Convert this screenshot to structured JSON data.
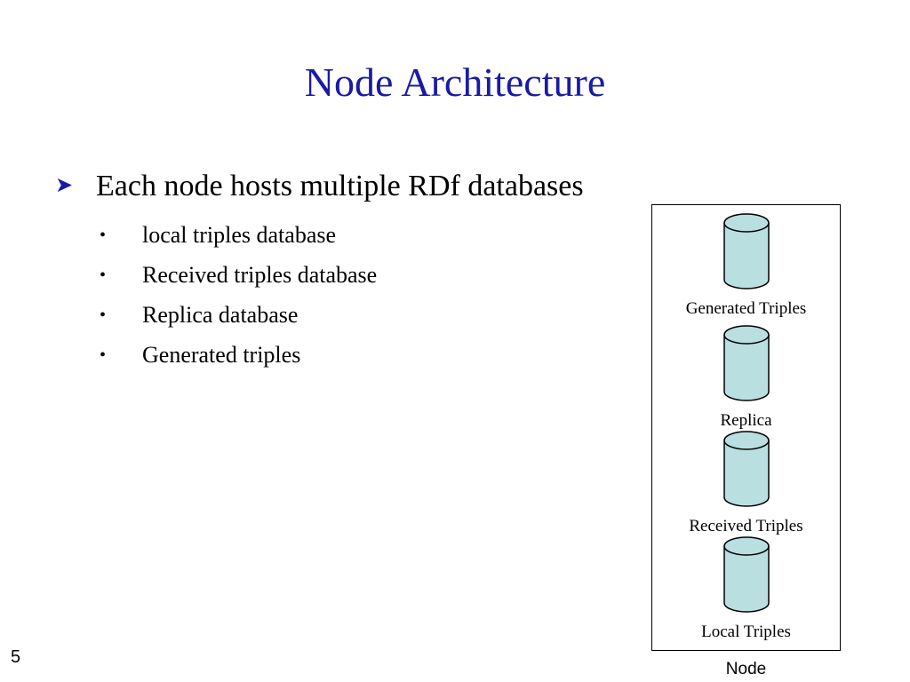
{
  "slide": {
    "title": "Node Architecture",
    "main_bullet": {
      "icon": "arrow-bullet-icon",
      "text": "Each node hosts multiple RDf databases"
    },
    "sub_bullets": [
      {
        "icon": "dot-bullet-icon",
        "text": "local triples database"
      },
      {
        "icon": "dot-bullet-icon",
        "text": "Received triples database"
      },
      {
        "icon": "dot-bullet-icon",
        "text": "Replica database"
      },
      {
        "icon": "dot-bullet-icon",
        "text": "Generated triples"
      }
    ],
    "page_number": "5"
  },
  "diagram": {
    "caption": "Node",
    "databases": [
      {
        "label": "Generated Triples"
      },
      {
        "label": "Replica"
      },
      {
        "label": "Received Triples"
      },
      {
        "label": "Local Triples"
      }
    ],
    "colors": {
      "title": "#1a1aa6",
      "cylinder_fill": "#b9dfe0",
      "cylinder_stroke": "#000000"
    }
  }
}
